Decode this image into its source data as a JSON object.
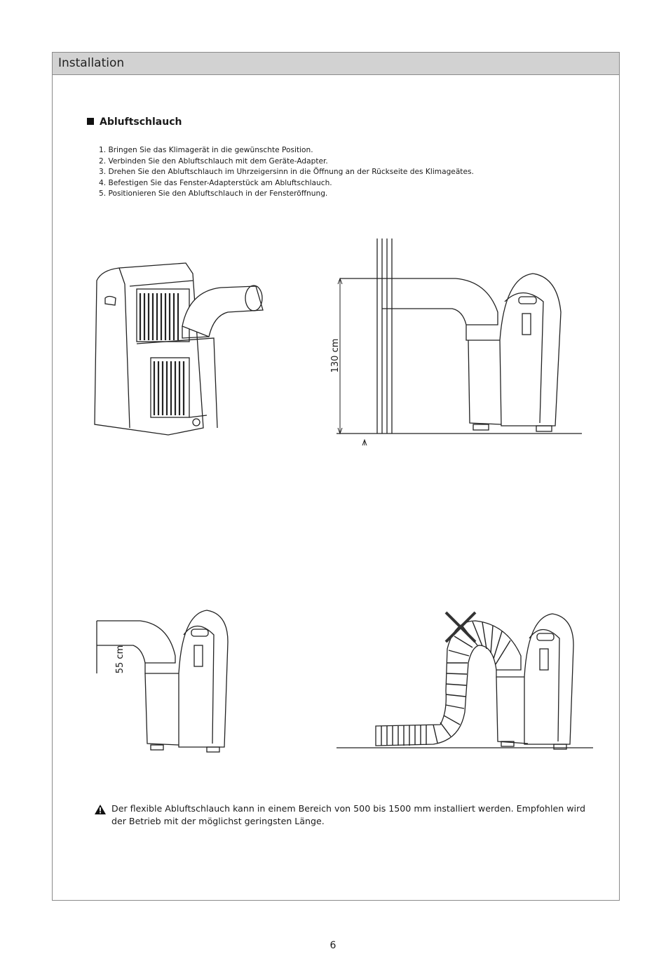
{
  "header": {
    "title": "Installation"
  },
  "section": {
    "heading": "Abluftschlauch"
  },
  "steps": [
    "1. Bringen Sie das Klimagerät in die gewünschte Position.",
    "2. Verbinden Sie den Abluftschlauch mit dem Geräte-Adapter.",
    "3. Drehen Sie den Abluftschlauch im Uhrzeigersinn in die Öffnung an der Rückseite des Klimageätes.",
    "4. Befestigen Sie das Fenster-Adapterstück am Abluftschlauch.",
    "5. Positionieren Sie den Abluftschlauch in der Fensteröffnung."
  ],
  "figures": {
    "height_label_max": "130 cm",
    "height_label_min": "55 cm"
  },
  "warning": {
    "icon": "warning-icon",
    "text": "Der flexible Abluftschlauch kann in einem Bereich von 500 bis 1500 mm installiert werden. Empfohlen wird der Betrieb mit der möglichst geringsten Länge."
  },
  "page_number": "6"
}
